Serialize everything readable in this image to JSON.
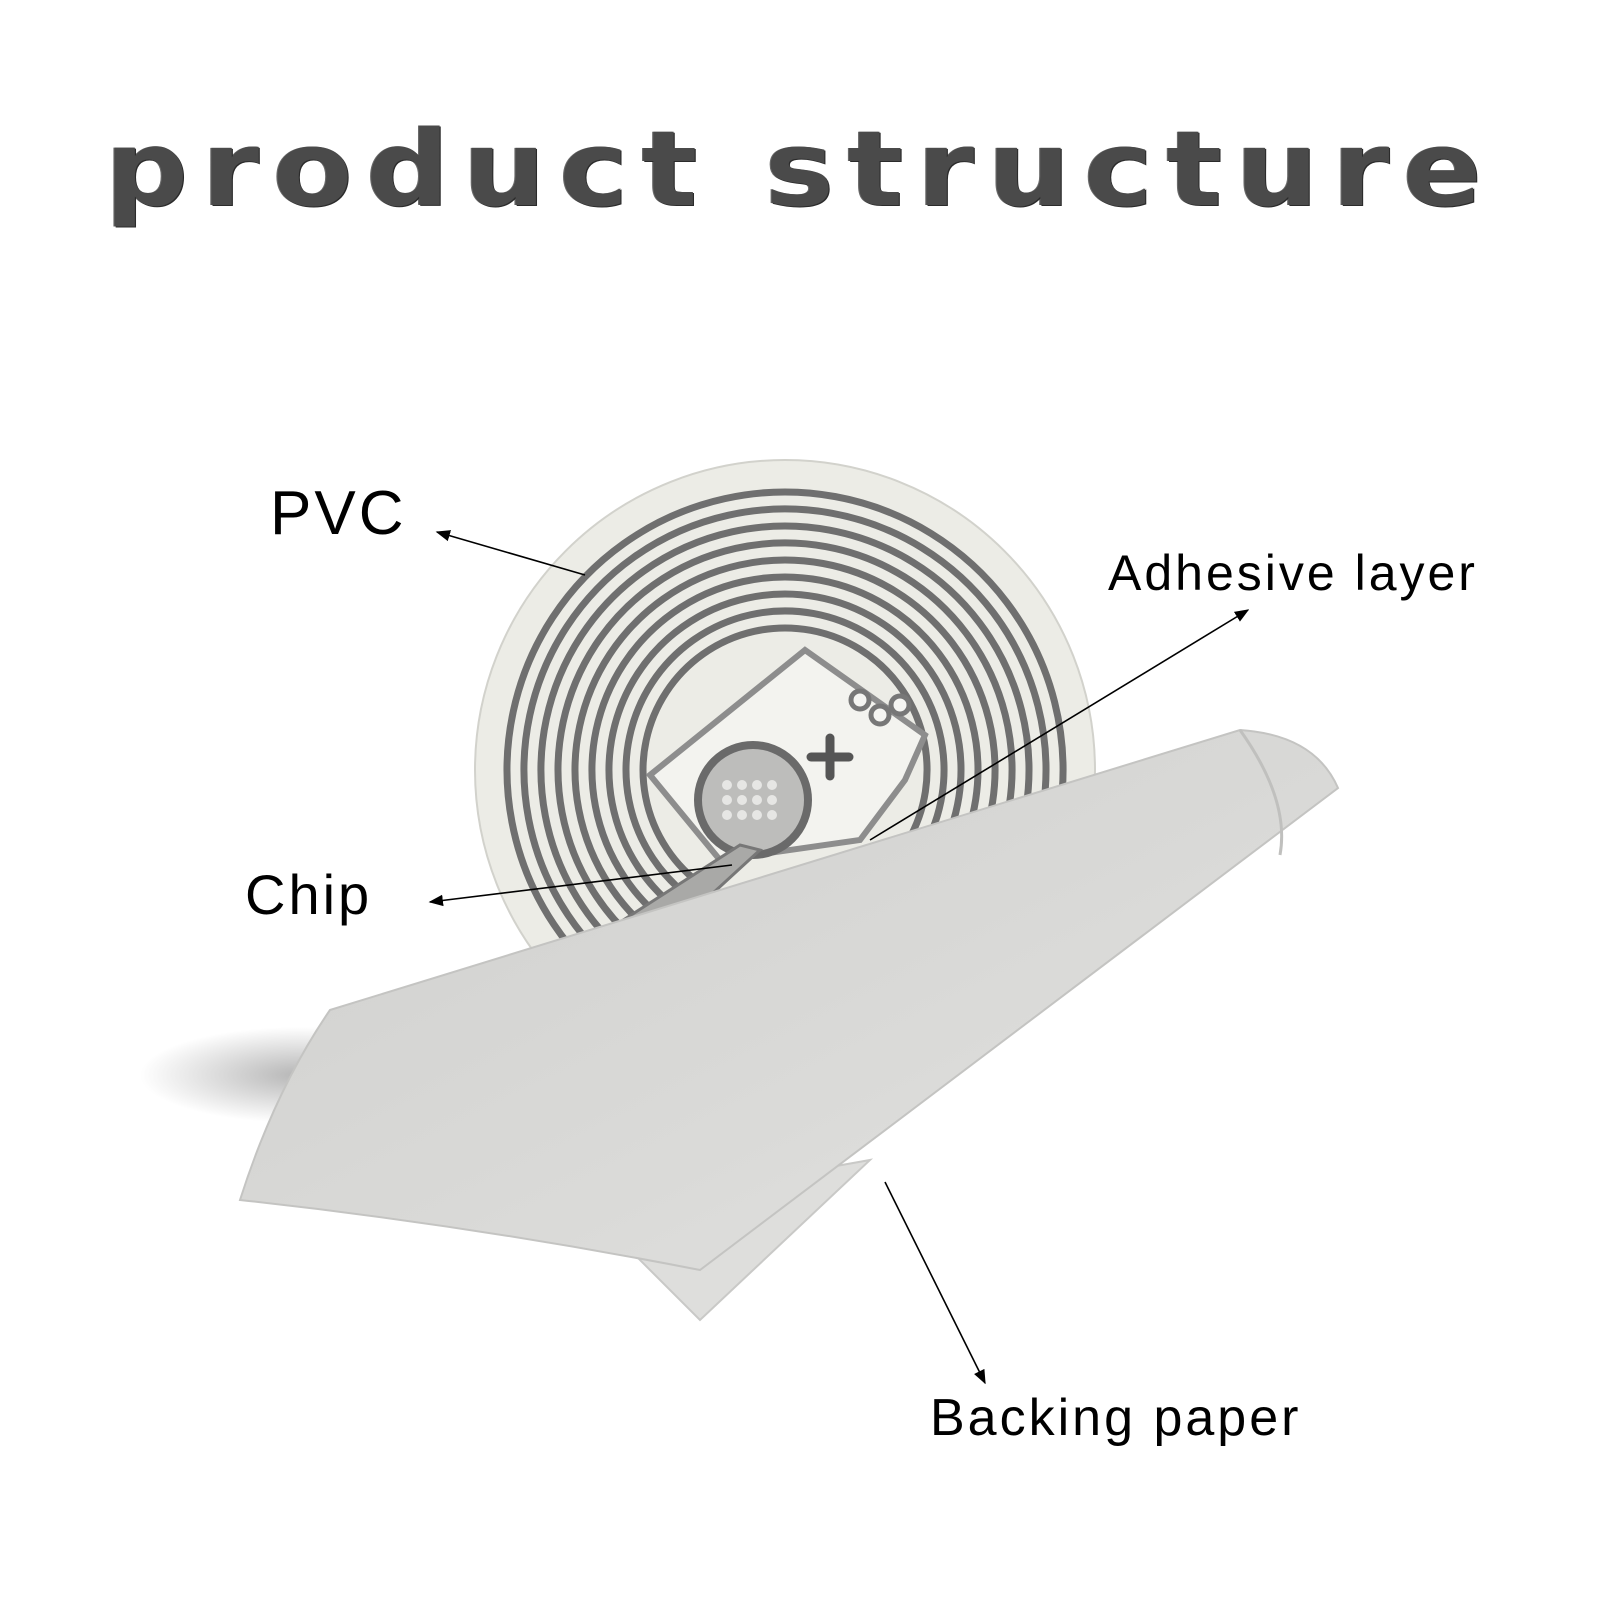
{
  "title": "product structure",
  "labels": {
    "pvc": "PVC",
    "adhesive_layer": "Adhesive layer",
    "chip": "Chip",
    "backing_paper": "Backing paper"
  },
  "colors": {
    "background": "#ffffff",
    "title": "#4a4a4a",
    "label_text": "#000000",
    "pvc_disc": "#ecece6",
    "antenna": "#6f6f6f",
    "backing_paper": "#d8d8d6"
  }
}
